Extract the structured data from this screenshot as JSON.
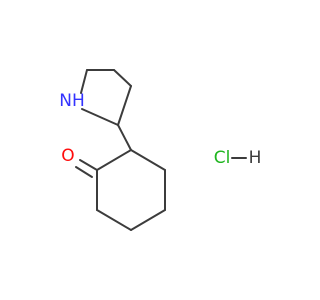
{
  "molecule": {
    "atoms": {
      "nitrogen": {
        "label": "NH",
        "color": "#3333ff"
      },
      "oxygen": {
        "label": "O",
        "color": "#ff0d0d"
      },
      "chlorine": {
        "label": "Cl",
        "color": "#1fb51f"
      },
      "hydrogen": {
        "label": "H",
        "color": "#3c3c3c"
      }
    },
    "bond_color": "#3c3c3c"
  }
}
